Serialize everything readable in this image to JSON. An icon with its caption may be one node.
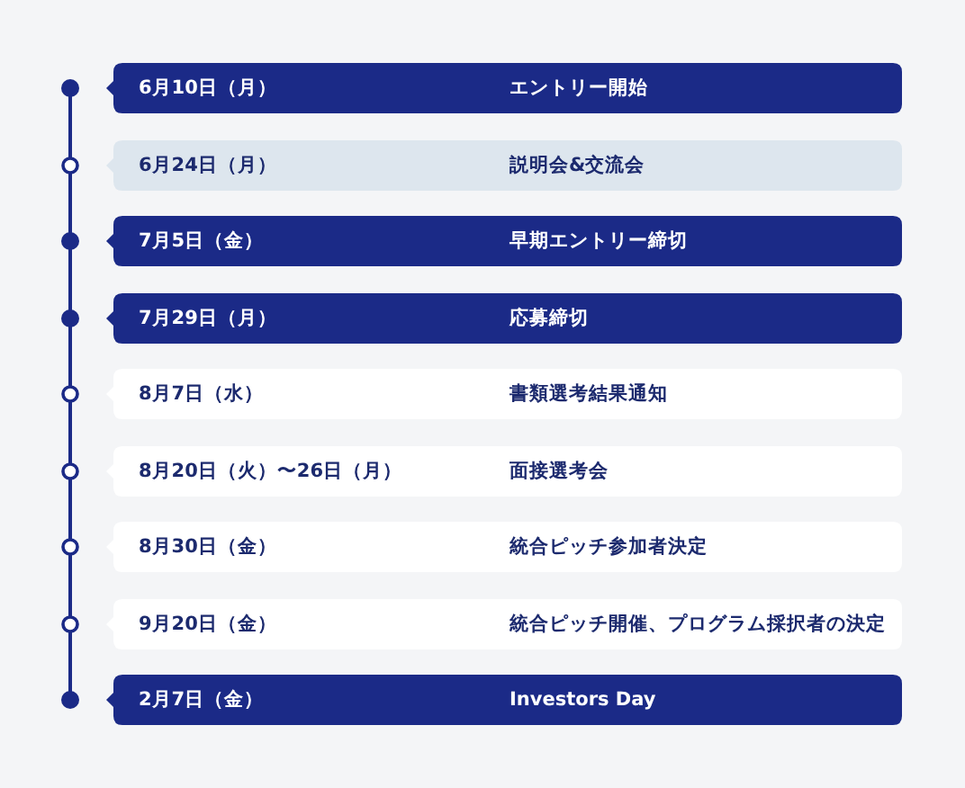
{
  "diagram": {
    "nodes": [
      {
        "text": [
          "6月10日（月）",
          "エントリー開始"
        ]
      },
      {
        "text": [
          "6月24日（月）",
          "説明会&交流会"
        ]
      },
      {
        "text": [
          "7月5日（金）",
          "早期エントリー締切"
        ]
      },
      {
        "text": [
          "7月29日（月）",
          "応募締切"
        ]
      },
      {
        "text": [
          "8月7日（水）",
          "書類選考結果通知"
        ]
      },
      {
        "text": [
          "8月20日（火）〜26日（月）",
          "面接選考会"
        ]
      },
      {
        "text": [
          "8月30日（金）",
          "統合ピッチ参加者決定"
        ]
      },
      {
        "text": [
          "9月20日（金）",
          "統合ピッチ開催、プログラム採択者の決定"
        ]
      },
      {
        "text": [
          "2月7日（金）",
          "Investors Day"
        ]
      }
    ]
  }
}
